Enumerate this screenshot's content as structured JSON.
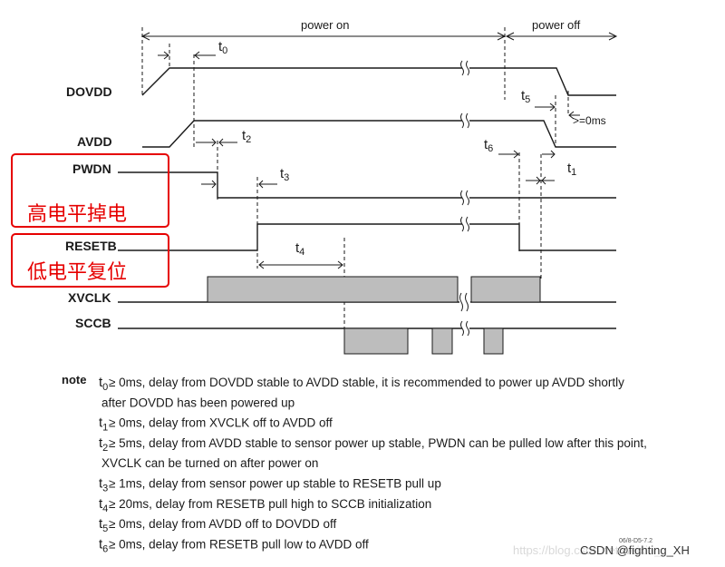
{
  "phases": {
    "power_on": "power on",
    "power_off": "power off"
  },
  "signals": [
    "DOVDD",
    "AVDD",
    "PWDN",
    "RESETB",
    "XVCLK",
    "SCCB"
  ],
  "timings": {
    "t0": {
      "t": "t",
      "sub": "0"
    },
    "t1": {
      "t": "t",
      "sub": "1"
    },
    "t2": {
      "t": "t",
      "sub": "2"
    },
    "t3": {
      "t": "t",
      "sub": "3"
    },
    "t4": {
      "t": "t",
      "sub": "4"
    },
    "t5": {
      "t": "t",
      "sub": "5"
    },
    "t6": {
      "t": "t",
      "sub": "6"
    }
  },
  "ge0ms_label": ">=0ms",
  "annotations": {
    "pwdn": "高电平掉电",
    "resetb": "低电平复位"
  },
  "note": {
    "key": "note",
    "items": [
      {
        "t": "t",
        "sub": "0",
        "text": " ≥ 0ms, delay from DOVDD stable to AVDD stable, it is recommended to power up AVDD shortly"
      },
      {
        "t": "",
        "sub": "",
        "text": "after DOVDD has been powered up"
      },
      {
        "t": "t",
        "sub": "1",
        "text": " ≥ 0ms, delay from XVCLK off to AVDD off"
      },
      {
        "t": "t",
        "sub": "2",
        "text": " ≥ 5ms, delay from AVDD stable to sensor power up stable, PWDN can be pulled low after this point,"
      },
      {
        "t": "",
        "sub": "",
        "text": "XVCLK can be turned on after power on"
      },
      {
        "t": "t",
        "sub": "3",
        "text": " ≥ 1ms, delay from sensor power up stable to RESETB pull up"
      },
      {
        "t": "t",
        "sub": "4",
        "text": " ≥ 20ms, delay from RESETB pull high to SCCB initialization"
      },
      {
        "t": "t",
        "sub": "5",
        "text": " ≥ 0ms, delay from AVDD off to DOVDD off"
      },
      {
        "t": "t",
        "sub": "6",
        "text": " ≥ 0ms, delay from RESETB pull low to AVDD off"
      }
    ]
  },
  "ref_code": "06/8-D5-7.2",
  "watermark": {
    "faded": "https://blog.csdn.net/weixin_",
    "credit": "CSDN @fighting_XH"
  },
  "colors": {
    "annotation_red": "#e60000",
    "box_gray": "#bdbdbd",
    "line": "#1a1a1a"
  }
}
